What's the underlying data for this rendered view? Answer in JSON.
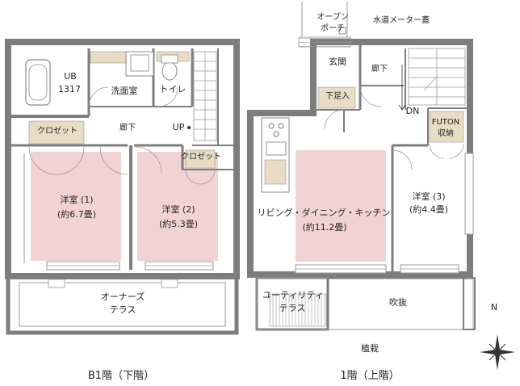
{
  "floor_b1": {
    "caption": "B1階（下階）",
    "ub_line1": "UB",
    "ub_line2": "1317",
    "washroom": "洗面室",
    "toilet": "トイレ",
    "closet_1": "クロゼット",
    "hallway": "廊下",
    "up": "UP",
    "closet_2": "クロゼット",
    "room1_name": "洋室 (1)",
    "room1_size": "(約6.7畳)",
    "room2_name": "洋室 (2)",
    "room2_size": "(約5.3畳)",
    "terrace_line1": "オーナーズ",
    "terrace_line2": "テラス"
  },
  "floor_1f": {
    "caption": "1階（上階）",
    "porch_line1": "オープン",
    "porch_line2": "ポーチ",
    "meter": "水道メーター蓋",
    "entrance": "玄関",
    "hallway": "廊下",
    "shoe_storage": "下足入",
    "dn": "DN",
    "futon_line1": "FUTON",
    "futon_line2": "収納",
    "ldk_name": "リビング・ダイニング・キッチン",
    "ldk_size": "(約11.2畳)",
    "room3_name": "洋室 (3)",
    "room3_size": "(約4.4畳)",
    "utility_line1": "ユーティリティ",
    "utility_line2": "テラス",
    "void": "吹抜",
    "planting": "植栽"
  },
  "compass": {
    "north": "N"
  },
  "colors": {
    "wall": "#7d7d7d",
    "room_fill": "#f2d3d3",
    "storage_fill": "#e8dcc4"
  }
}
